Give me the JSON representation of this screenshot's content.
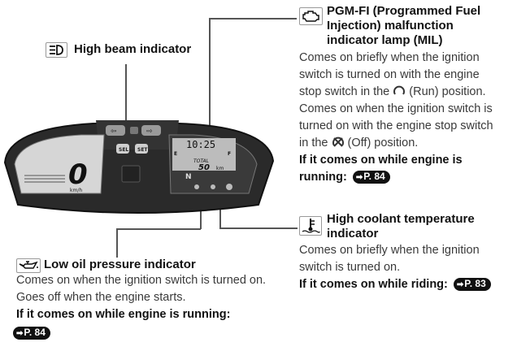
{
  "high_beam": {
    "title": "High beam indicator",
    "icon": "high-beam-icon"
  },
  "pgmfi": {
    "title_lines": [
      "PGM-FI (Programmed Fuel",
      "Injection) malfunction",
      "indicator lamp (MIL)"
    ],
    "icon": "engine-check-icon",
    "desc_lines": [
      "Comes on briefly when the ignition",
      "switch is turned on with the engine",
      "stop switch in the",
      "(Run) position.",
      "Comes on when the ignition switch is",
      "turned on with the engine stop switch",
      "in the",
      "(Off) position."
    ],
    "warning_lines": [
      "If it comes on while engine is",
      "running:"
    ],
    "page_ref": "P. 84"
  },
  "coolant": {
    "title_lines": [
      "High coolant temperature",
      "indicator"
    ],
    "icon": "coolant-temperature-icon",
    "desc_lines": [
      "Comes on briefly when the ignition",
      "switch is turned on."
    ],
    "warning": "If it comes on while riding:",
    "page_ref": "P. 83"
  },
  "oil": {
    "title": "Low oil pressure indicator",
    "icon": "oil-can-icon",
    "desc_lines": [
      "Comes on when the ignition switch is turned on.",
      "Goes off when the engine starts."
    ],
    "warning": "If it comes on while engine is running:",
    "page_ref": "P. 84"
  },
  "cluster": {
    "speed": "0",
    "unit": "km/h",
    "clock": "10:25",
    "trip_label": "TOTAL",
    "odo": "50",
    "odo_unit": "km",
    "neutral": "N",
    "sel_label": "SEL",
    "set_label": "SET",
    "fuel_e": "E",
    "fuel_f": "F"
  }
}
